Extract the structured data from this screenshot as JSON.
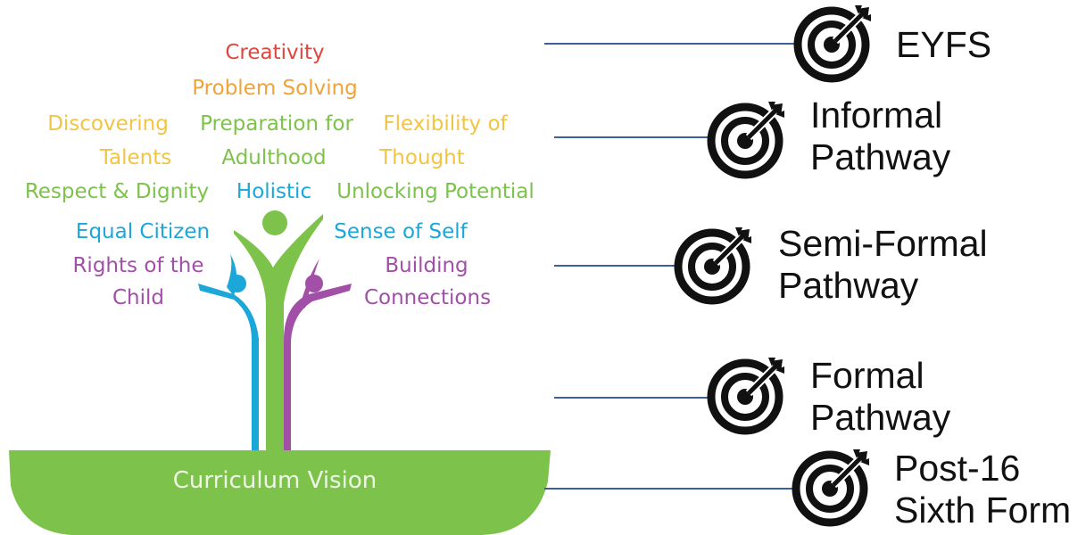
{
  "tree": {
    "words": {
      "creativity": "Creativity",
      "problem_solving": "Problem Solving",
      "discovering": "Discovering",
      "talents": "Talents",
      "preparation_for": "Preparation for",
      "adulthood": "Adulthood",
      "flexibility_of": "Flexibility of",
      "thought": "Thought",
      "respect_dignity": "Respect & Dignity",
      "holistic": "Holistic",
      "unlocking_potential": "Unlocking Potential",
      "equal_citizen": "Equal Citizen",
      "sense_of_self": "Sense of Self",
      "rights_of_the": "Rights of the",
      "child": "Child",
      "building": "Building",
      "connections": "Connections"
    },
    "base_label": "Curriculum Vision",
    "colors": {
      "red": "#e0463c",
      "orange": "#f0a338",
      "yellow": "#f2c443",
      "green": "#7dc24a",
      "blue": "#1ba8d9",
      "purple": "#a14fa7"
    }
  },
  "pathways": [
    {
      "icon": "target-icon",
      "line1": "EYFS",
      "line2": ""
    },
    {
      "icon": "target-icon",
      "line1": "Informal",
      "line2": "Pathway"
    },
    {
      "icon": "target-icon",
      "line1": "Semi-Formal",
      "line2": "Pathway"
    },
    {
      "icon": "target-icon",
      "line1": "Formal",
      "line2": "Pathway"
    },
    {
      "icon": "target-icon",
      "line1": "Post-16",
      "line2": "Sixth Form"
    }
  ],
  "connector_color": "#3f5f9a"
}
